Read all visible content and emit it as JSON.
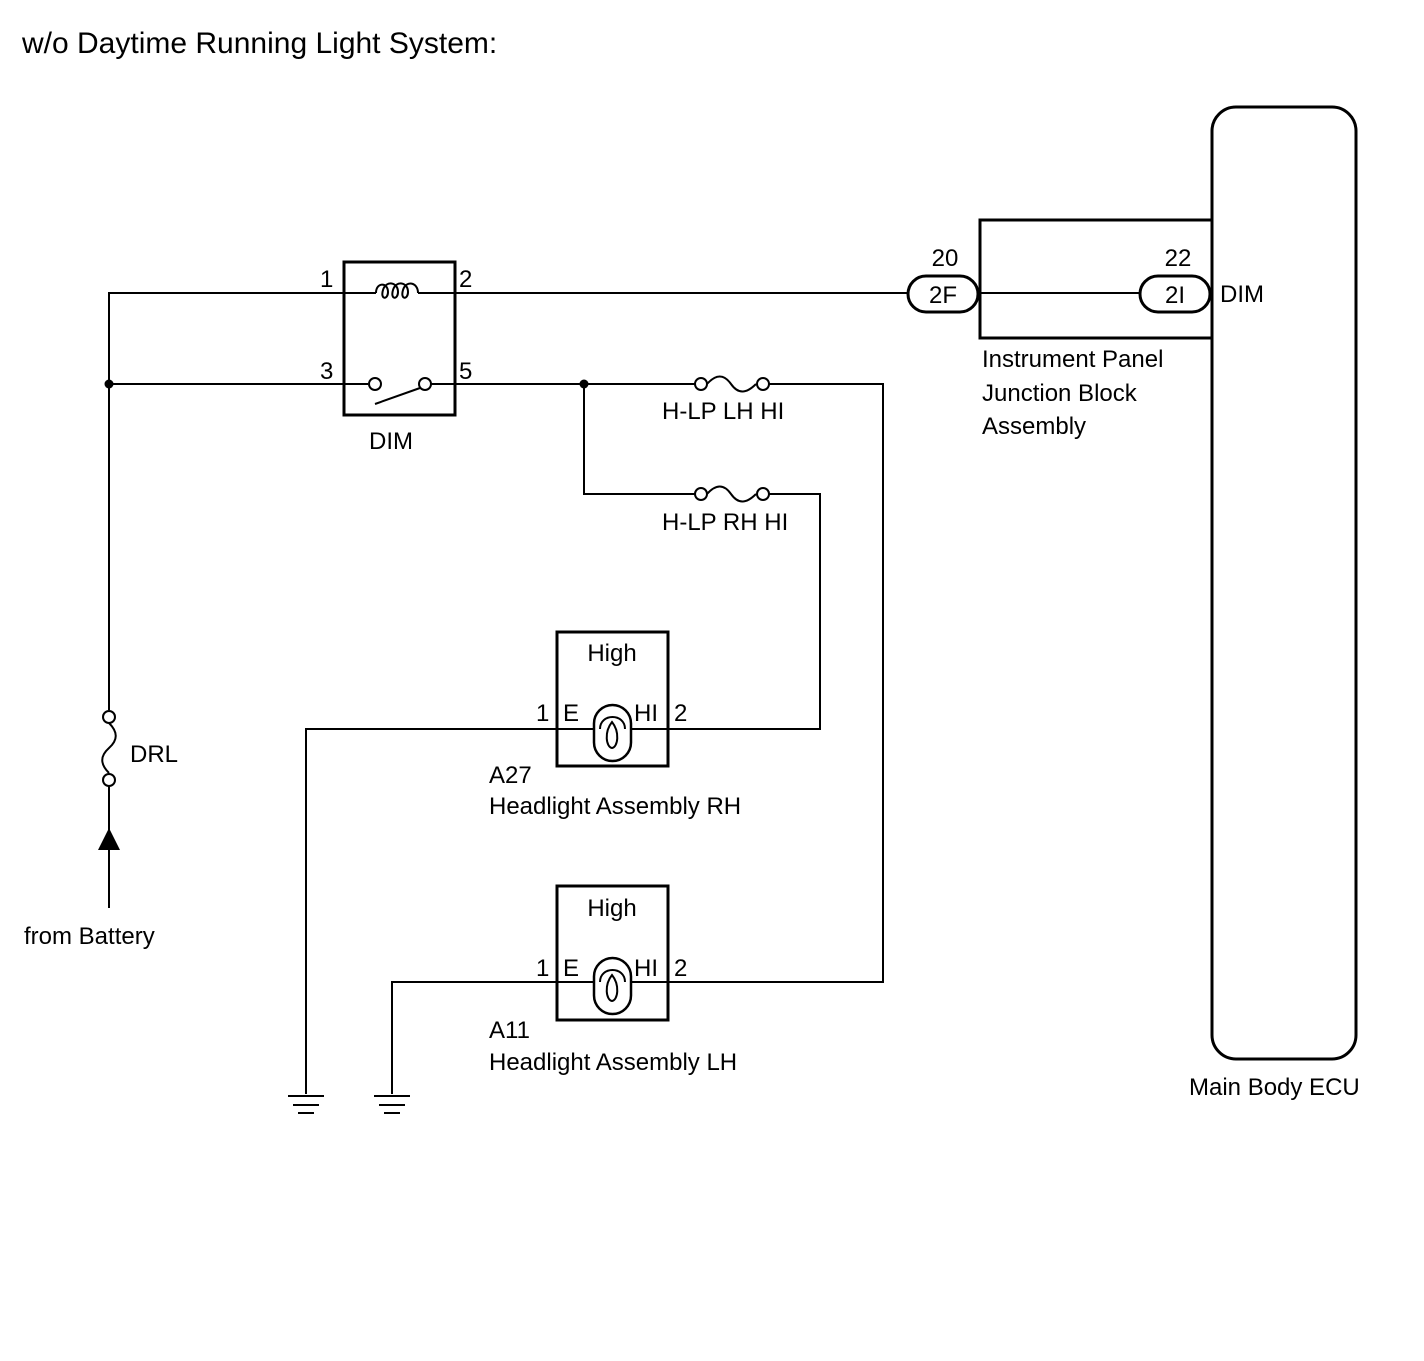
{
  "title": "w/o Daytime Running Light System:",
  "relay": {
    "label": "DIM",
    "pins": {
      "p1": "1",
      "p2": "2",
      "p3": "3",
      "p5": "5"
    }
  },
  "fuses": {
    "lh": "H-LP LH HI",
    "rh": "H-LP RH HI",
    "drl": "DRL"
  },
  "source": "from Battery",
  "junction_block": {
    "label_lines": [
      "Instrument Panel",
      "Junction Block",
      "Assembly"
    ],
    "conn_left": {
      "pin": "20",
      "code": "2F"
    },
    "conn_right": {
      "pin": "22",
      "code": "2I"
    }
  },
  "ecu": {
    "label": "Main Body ECU",
    "terminal": "DIM"
  },
  "headlights": [
    {
      "id": "A27",
      "name": "Headlight Assembly RH",
      "beam": "High",
      "pin_left": "1",
      "term_left": "E",
      "term_right": "HI",
      "pin_right": "2"
    },
    {
      "id": "A11",
      "name": "Headlight Assembly LH",
      "beam": "High",
      "pin_left": "1",
      "term_left": "E",
      "term_right": "HI",
      "pin_right": "2"
    }
  ]
}
